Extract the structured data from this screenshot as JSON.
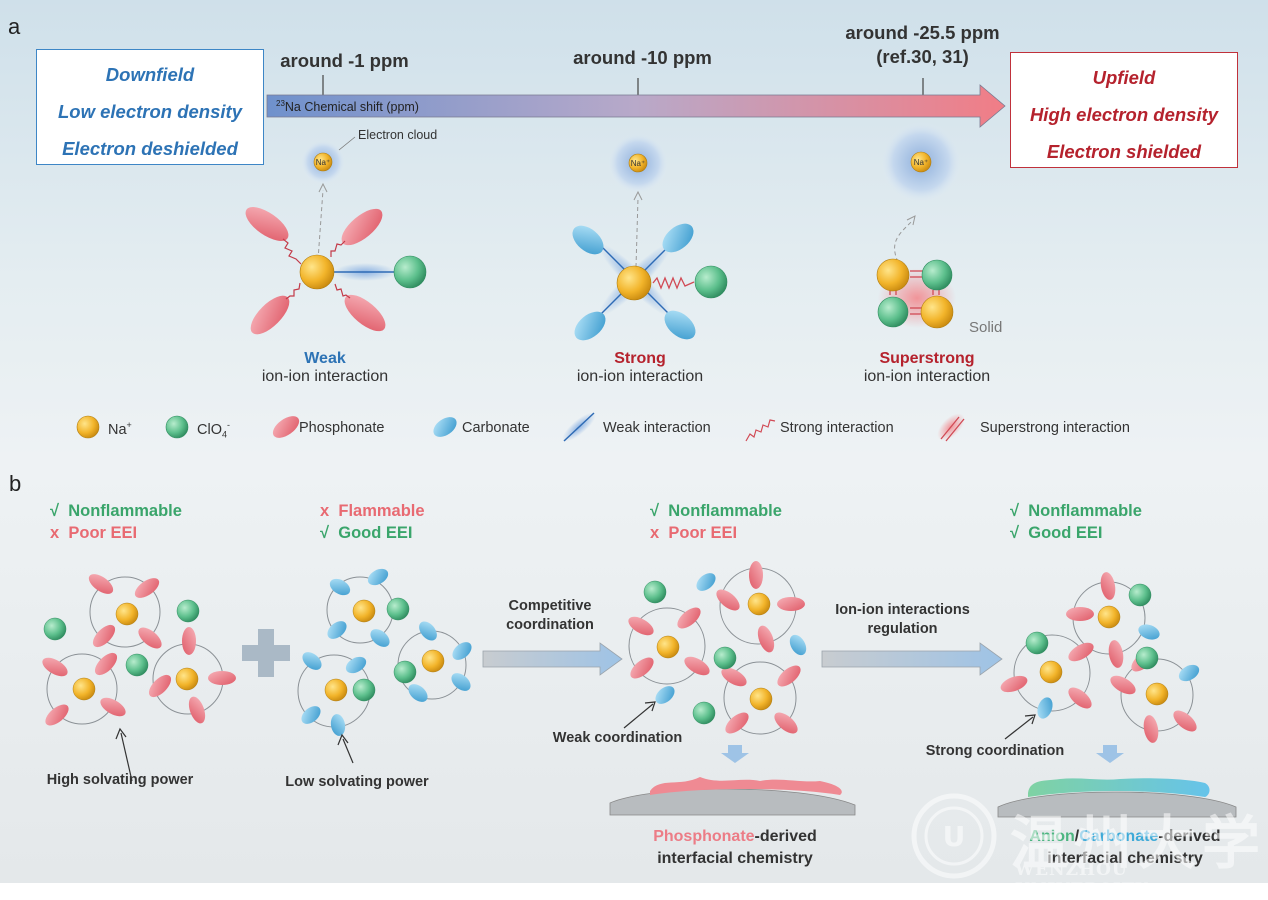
{
  "panel_a": {
    "letter": "a",
    "left_box": [
      "Downfield",
      "Low electron density",
      "Electron deshielded"
    ],
    "right_box": [
      "Upfield",
      "High electron density",
      "Electron shielded"
    ],
    "shift_labels": {
      "first": "around -1 ppm",
      "second": "around -10 ppm",
      "third_line1": "around -25.5 ppm",
      "third_line2": "(ref.30, 31)"
    },
    "axis_sup": "23",
    "axis_label": "Na Chemical shift (ppm)",
    "electron_cloud": "Electron cloud",
    "na_label": "Na",
    "interactions": [
      {
        "title": "Weak",
        "sub": "ion-ion interaction"
      },
      {
        "title": "Strong",
        "sub": "ion-ion interaction"
      },
      {
        "title": "Superstrong",
        "sub": "ion-ion interaction"
      }
    ],
    "solid": "Solid",
    "legend": {
      "na": "Na",
      "clo4": "ClO",
      "clo4_sub": "4",
      "phosphonate": "Phosphonate",
      "carbonate": "Carbonate",
      "weak": "Weak interaction",
      "strong": "Strong interaction",
      "superstrong": "Superstrong interaction"
    }
  },
  "panel_b": {
    "letter": "b",
    "status": [
      {
        "line1_mark": "√",
        "line1": "Nonflammable",
        "line2_mark": "x",
        "line2": "Poor EEI"
      },
      {
        "line1_mark": "x",
        "line1": "Flammable",
        "line2_mark": "√",
        "line2": "Good EEI"
      },
      {
        "line1_mark": "√",
        "line1": "Nonflammable",
        "line2_mark": "x",
        "line2": "Poor EEI"
      },
      {
        "line1_mark": "√",
        "line1": "Nonflammable",
        "line2_mark": "√",
        "line2": "Good EEI"
      }
    ],
    "arrow1_line1": "Competitive",
    "arrow1_line2": "coordination",
    "arrow2_line1": "Ion-ion interactions",
    "arrow2_line2": "regulation",
    "high_solvating": "High solvating power",
    "low_solvating": "Low solvating power",
    "weak_coord": "Weak coordination",
    "strong_coord": "Strong coordination",
    "chem1_colored": "Phosphonate",
    "chem1_rest": "-derived",
    "chem_line2": "interfacial chemistry",
    "chem2_green": "Anion",
    "chem2_slash": "/",
    "chem2_cyan": "Carbonate",
    "chem2_rest": "-derived"
  },
  "watermark": {
    "text": "温州大学",
    "sub": "WENZHOU UNIVERSITY"
  },
  "colors": {
    "na": "#f2b92a",
    "clo4": "#5cbf8c",
    "phosphonate": "#ec7f89",
    "carbonate": "#58b7e3",
    "blue_text": "#2d73b5",
    "red_text": "#b5222d"
  }
}
